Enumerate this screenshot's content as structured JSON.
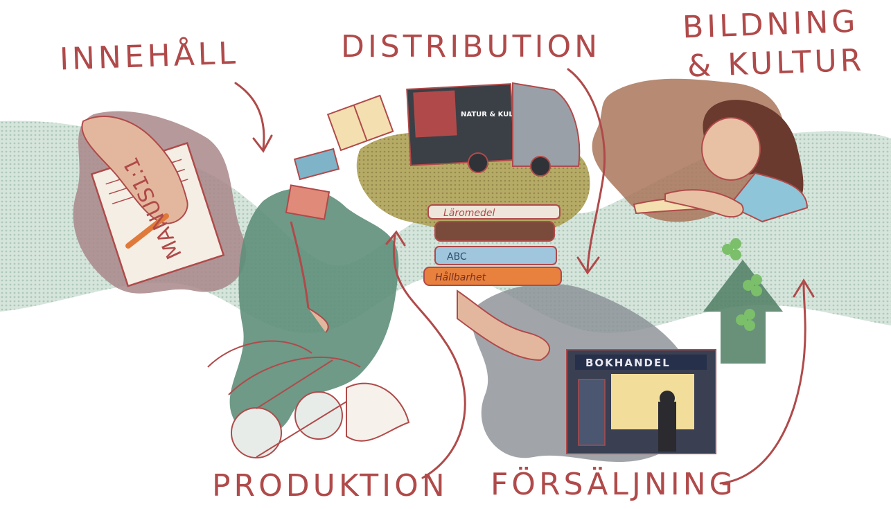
{
  "labels": {
    "innehall": "INNEHÅLL",
    "distribution": "DISTRIBUTION",
    "bildning_line1": "BILDNING",
    "bildning_line2": "& KULTUR",
    "produktion": "PRODUKTION",
    "forsaljning": "FÖRSÄLJNING"
  },
  "manuscript_text": "MANUS1:1",
  "truck_logo": "NATUR & KULTUR",
  "books": [
    "Läromedel",
    "",
    "ABC",
    "Hållbarhet"
  ],
  "shop_sign": "BOKHANDEL",
  "colors": {
    "ink": "#b04a4a",
    "green_wave": "#9fbfae",
    "mauve_blob": "#a9878a",
    "teal_blob": "#5e8f7a",
    "olive_blob": "#a59a4e",
    "grey_blob": "#8a8f95",
    "brown_blob": "#a9765a"
  }
}
